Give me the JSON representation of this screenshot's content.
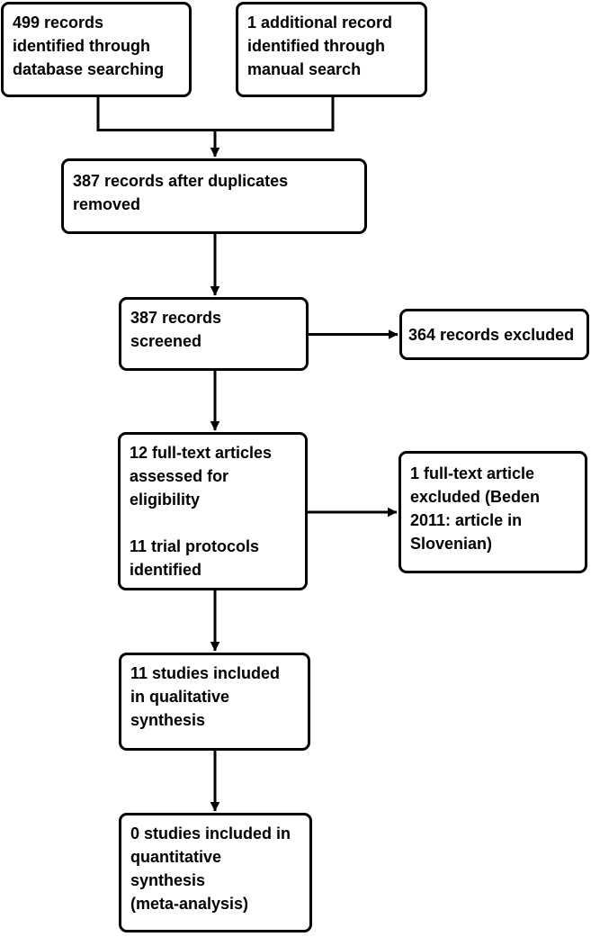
{
  "figure": {
    "kind": "prisma-flow-diagram",
    "background_color": "#ffffff",
    "line_color": "#000000",
    "text_color": "#000000",
    "nodes": {
      "identified_database": "499 records\nidentified through\ndatabase searching",
      "identified_manual": "1 additional record\nidentified through\nmanual search",
      "after_duplicates": "387 records after duplicates\nremoved",
      "screened": "387 records\nscreened",
      "records_excluded": "364 records excluded",
      "fulltext_assessed": "12 full-text articles\nassessed for\neligibility\n\n11 trial protocols\nidentified",
      "fulltext_excluded": "1 full-text article\nexcluded (Beden\n2011: article in\nSlovenian)",
      "qualitative_synthesis": "11 studies included\nin qualitative\nsynthesis",
      "quantitative_synthesis": "0 studies included in\nquantitative\nsynthesis\n(meta-analysis)"
    },
    "edges": [
      {
        "from": "identified_database",
        "to": "after_duplicates"
      },
      {
        "from": "identified_manual",
        "to": "after_duplicates"
      },
      {
        "from": "after_duplicates",
        "to": "screened"
      },
      {
        "from": "screened",
        "to": "records_excluded"
      },
      {
        "from": "screened",
        "to": "fulltext_assessed"
      },
      {
        "from": "fulltext_assessed",
        "to": "fulltext_excluded"
      },
      {
        "from": "fulltext_assessed",
        "to": "qualitative_synthesis"
      },
      {
        "from": "qualitative_synthesis",
        "to": "quantitative_synthesis"
      }
    ]
  }
}
